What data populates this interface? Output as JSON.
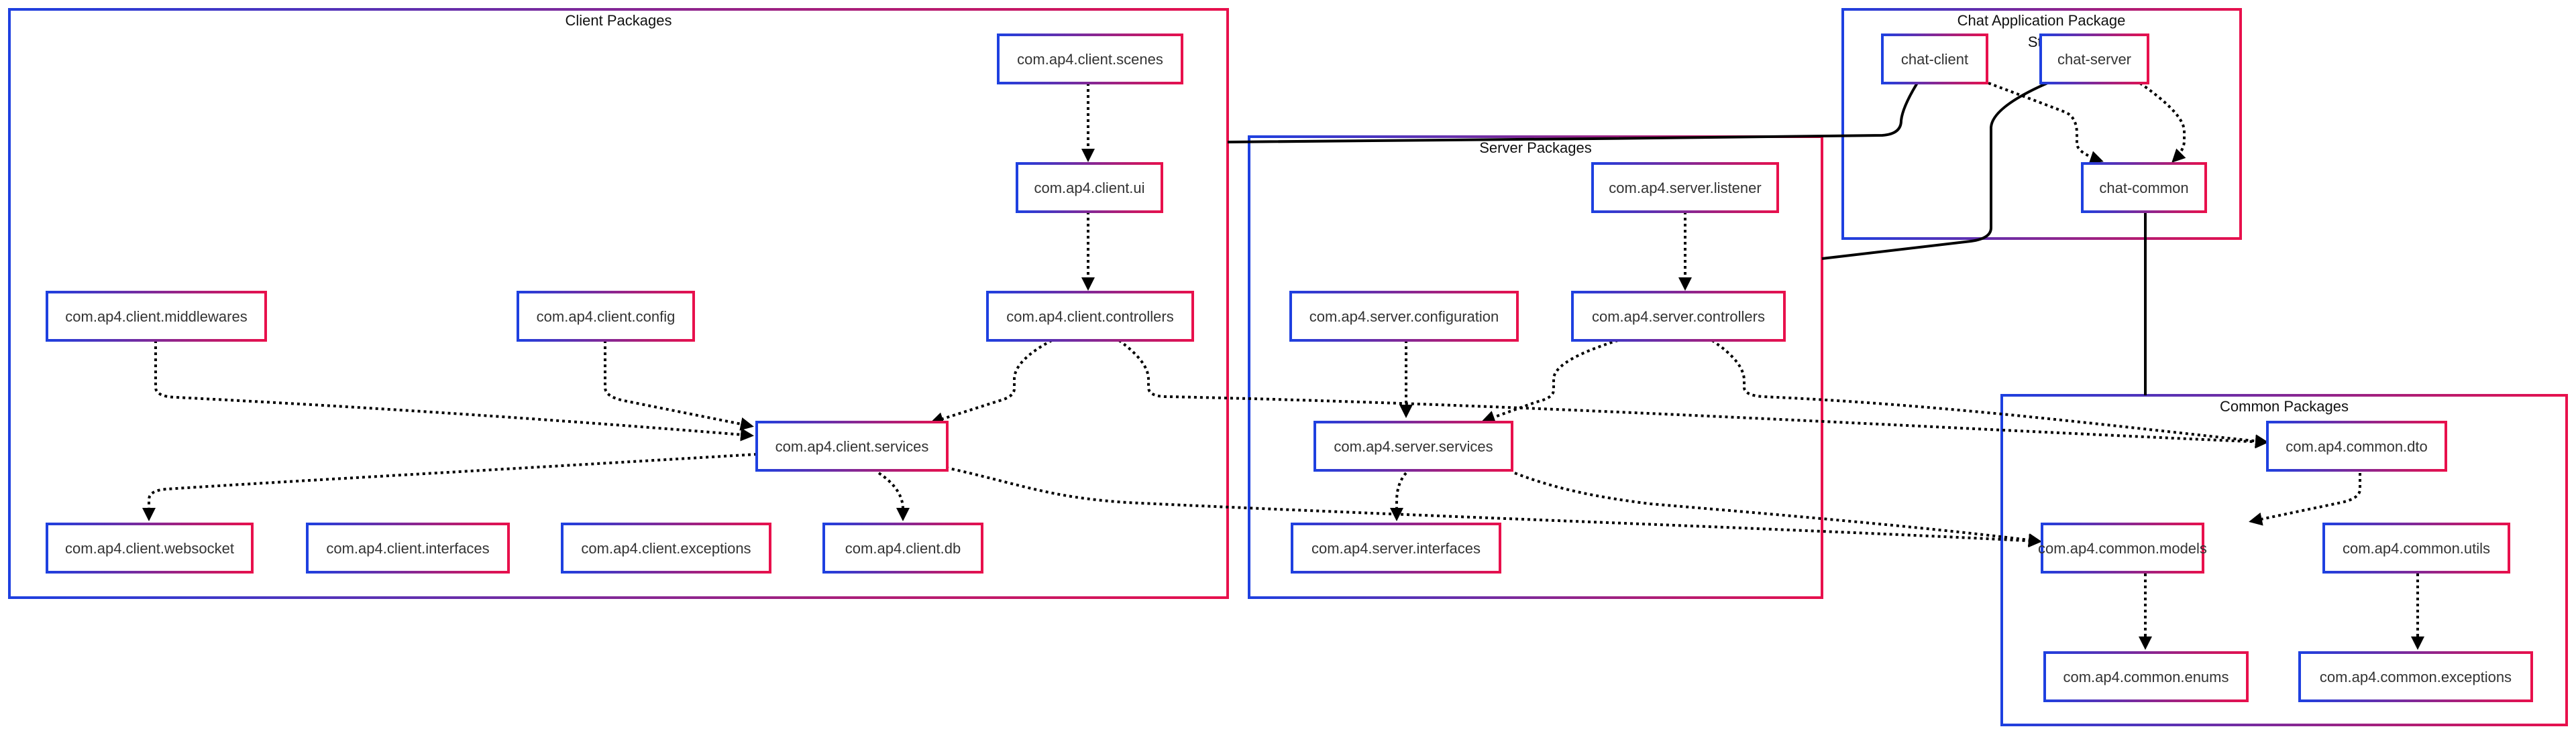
{
  "colors": {
    "border_start": "#1e40e0",
    "border_end": "#e8104c",
    "edge": "#000000",
    "text": "#333333",
    "background": "#ffffff"
  },
  "groups": {
    "client": {
      "title": "Client Packages"
    },
    "server": {
      "title": "Server Packages"
    },
    "common": {
      "title": "Common Packages"
    },
    "app": {
      "title_line1": "Chat Application Package",
      "title_line2": "Stru"
    }
  },
  "nodes": {
    "client_scenes": "com.ap4.client.scenes",
    "client_ui": "com.ap4.client.ui",
    "client_middlewares": "com.ap4.client.middlewares",
    "client_config": "com.ap4.client.config",
    "client_controllers": "com.ap4.client.controllers",
    "client_services": "com.ap4.client.services",
    "client_websocket": "com.ap4.client.websocket",
    "client_interfaces": "com.ap4.client.interfaces",
    "client_exceptions": "com.ap4.client.exceptions",
    "client_db": "com.ap4.client.db",
    "server_listener": "com.ap4.server.listener",
    "server_configuration": "com.ap4.server.configuration",
    "server_controllers": "com.ap4.server.controllers",
    "server_services": "com.ap4.server.services",
    "server_interfaces": "com.ap4.server.interfaces",
    "chat_client": "chat-client",
    "chat_server": "chat-server",
    "chat_common": "chat-common",
    "common_dto": "com.ap4.common.dto",
    "common_models": "com.ap4.common.models",
    "common_utils": "com.ap4.common.utils",
    "common_enums": "com.ap4.common.enums",
    "common_exceptions": "com.ap4.common.exceptions"
  },
  "edges": [
    {
      "from": "com.ap4.client.scenes",
      "to": "com.ap4.client.ui",
      "style": "dotted"
    },
    {
      "from": "com.ap4.client.ui",
      "to": "com.ap4.client.controllers",
      "style": "dotted"
    },
    {
      "from": "com.ap4.client.middlewares",
      "to": "com.ap4.client.services",
      "style": "dotted"
    },
    {
      "from": "com.ap4.client.config",
      "to": "com.ap4.client.services",
      "style": "dotted"
    },
    {
      "from": "com.ap4.client.controllers",
      "to": "com.ap4.client.services",
      "style": "dotted"
    },
    {
      "from": "com.ap4.client.controllers",
      "to": "com.ap4.common.dto",
      "style": "dotted"
    },
    {
      "from": "com.ap4.client.services",
      "to": "com.ap4.client.websocket",
      "style": "dotted"
    },
    {
      "from": "com.ap4.client.services",
      "to": "com.ap4.client.db",
      "style": "dotted"
    },
    {
      "from": "com.ap4.client.services",
      "to": "com.ap4.common.models",
      "style": "dotted"
    },
    {
      "from": "com.ap4.server.listener",
      "to": "com.ap4.server.controllers",
      "style": "dotted"
    },
    {
      "from": "com.ap4.server.configuration",
      "to": "com.ap4.server.services",
      "style": "dotted"
    },
    {
      "from": "com.ap4.server.controllers",
      "to": "com.ap4.server.services",
      "style": "dotted"
    },
    {
      "from": "com.ap4.server.controllers",
      "to": "com.ap4.common.dto",
      "style": "dotted"
    },
    {
      "from": "com.ap4.server.services",
      "to": "com.ap4.server.interfaces",
      "style": "dotted"
    },
    {
      "from": "com.ap4.server.services",
      "to": "com.ap4.common.models",
      "style": "dotted"
    },
    {
      "from": "com.ap4.common.dto",
      "to": "com.ap4.common.models",
      "style": "dotted"
    },
    {
      "from": "com.ap4.common.models",
      "to": "com.ap4.common.enums",
      "style": "dotted"
    },
    {
      "from": "com.ap4.common.utils",
      "to": "com.ap4.common.exceptions",
      "style": "dotted"
    },
    {
      "from": "chat-client",
      "to": "chat-common",
      "style": "dotted"
    },
    {
      "from": "chat-server",
      "to": "chat-common",
      "style": "dotted"
    },
    {
      "from": "chat-client",
      "to": "Client Packages",
      "style": "solid"
    },
    {
      "from": "chat-server",
      "to": "Server Packages",
      "style": "solid"
    },
    {
      "from": "chat-common",
      "to": "Common Packages",
      "style": "solid"
    }
  ]
}
